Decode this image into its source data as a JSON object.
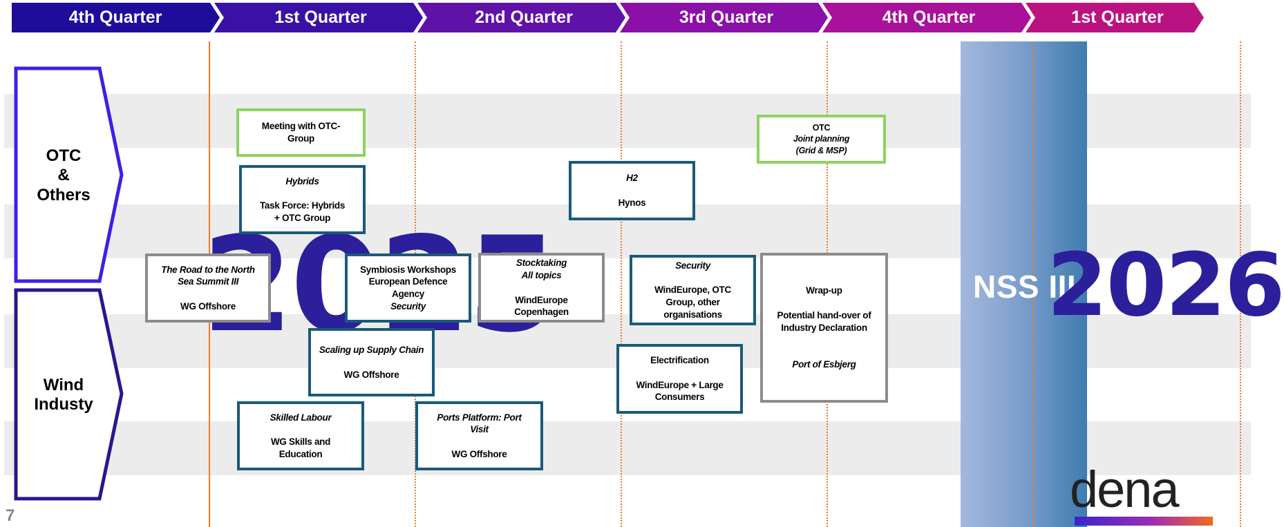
{
  "timeline": {
    "quarters": [
      {
        "label": "4th Quarter",
        "color": "#1d0d9a"
      },
      {
        "label": "1st Quarter",
        "color": "#3a11a6"
      },
      {
        "label": "2nd Quarter",
        "color": "#6012a8"
      },
      {
        "label": "3rd Quarter",
        "color": "#8a10a8"
      },
      {
        "label": "4th Quarter",
        "color": "#a9119a"
      },
      {
        "label": "1st Quarter",
        "color": "#bb1282"
      }
    ]
  },
  "years": {
    "first": "2025",
    "second": "2026"
  },
  "event_band": {
    "label": "NSS III"
  },
  "rows": {
    "top": {
      "label_line1": "OTC",
      "label_line2": "&",
      "label_line3": "Others",
      "color": "#3f1ee6"
    },
    "bottom": {
      "label_line1": "Wind",
      "label_line2": "Industy",
      "color": "#2a1690"
    }
  },
  "boxes": {
    "meeting": {
      "line1": "Meeting with OTC-",
      "line2": "Group"
    },
    "hybrids": {
      "title": "Hybrids",
      "line1": "Task Force: Hybrids",
      "line2": "+ OTC Group"
    },
    "roadnorth": {
      "title1": "The Road to the North",
      "title2": "Sea Summit III",
      "line1": "WG Offshore"
    },
    "symbiosis": {
      "line1": "Symbiosis Workshops",
      "line2": "European Defence",
      "line3": "Agency",
      "title": "Security"
    },
    "stocktaking": {
      "title1": "Stocktaking",
      "title2": "All topics",
      "line1": "WindEurope",
      "line2": "Copenhagen"
    },
    "h2": {
      "title": "H2",
      "line1": "Hynos"
    },
    "otc_joint": {
      "line1": "OTC",
      "title1": "Joint planning",
      "title2": "(Grid & MSP)"
    },
    "security": {
      "title": "Security",
      "line1": "WindEurope, OTC",
      "line2": "Group, other",
      "line3": "organisations"
    },
    "wrapup": {
      "line1": "Wrap-up",
      "line2": "Potential hand-over of",
      "line3": "Industry Declaration",
      "title": "Port of Esbjerg"
    },
    "scaling": {
      "title": "Scaling up Supply Chain",
      "line1": "WG Offshore"
    },
    "electrification": {
      "line1": "Electrification",
      "line2": "WindEurope + Large",
      "line3": "Consumers"
    },
    "skilled": {
      "title": "Skilled Labour",
      "line1": "WG Skills and",
      "line2": "Education"
    },
    "ports": {
      "title1": "Ports Platform: Port",
      "title2": "Visit",
      "line1": "WG Offshore"
    }
  },
  "footer": {
    "page_number": "7",
    "logo": "dena"
  }
}
